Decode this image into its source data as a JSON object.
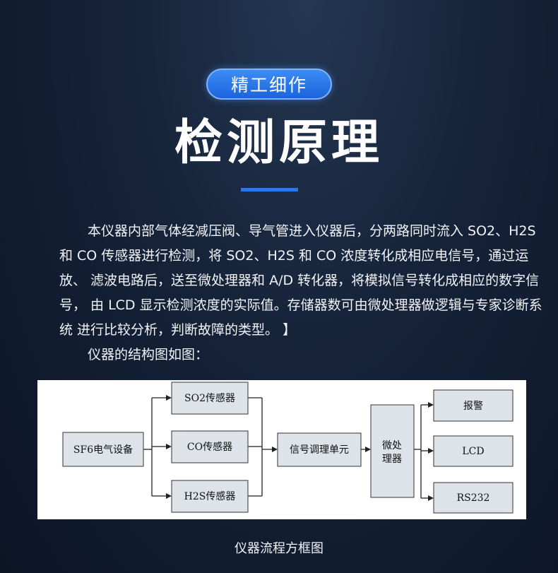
{
  "badge": "精工细作",
  "title": "检测原理",
  "paragraph": "本仪器内部气体经减压阀、导气管进入仪器后，分两路同时流入 SO2、H2S 和 CO 传感器进行检测，将 SO2、H2S 和 CO 浓度转化成相应电信号，通过运放、 滤波电路后，送至微处理器和 A/D 转化器，将模拟信号转化成相应的数字信号， 由 LCD 显示检测浓度的实际值。存储器数可由微处理器做逻辑与专家诊断系统 进行比较分析，判断故障的类型。 】",
  "structure_intro": "仪器的结构图如图：",
  "diagram": {
    "source": "SF6电气设备",
    "sensors": [
      "SO2传感器",
      "CO传感器",
      "H2S传感器"
    ],
    "conditioning": "信号调理单元",
    "processor_line1": "微处",
    "processor_line2": "理器",
    "outputs": [
      "报警",
      "LCD",
      "RS232"
    ],
    "box_fill": "#dde3e8"
  },
  "caption": "仪器流程方框图",
  "colors": {
    "accent": "#2a78ea",
    "background": "#152238"
  }
}
